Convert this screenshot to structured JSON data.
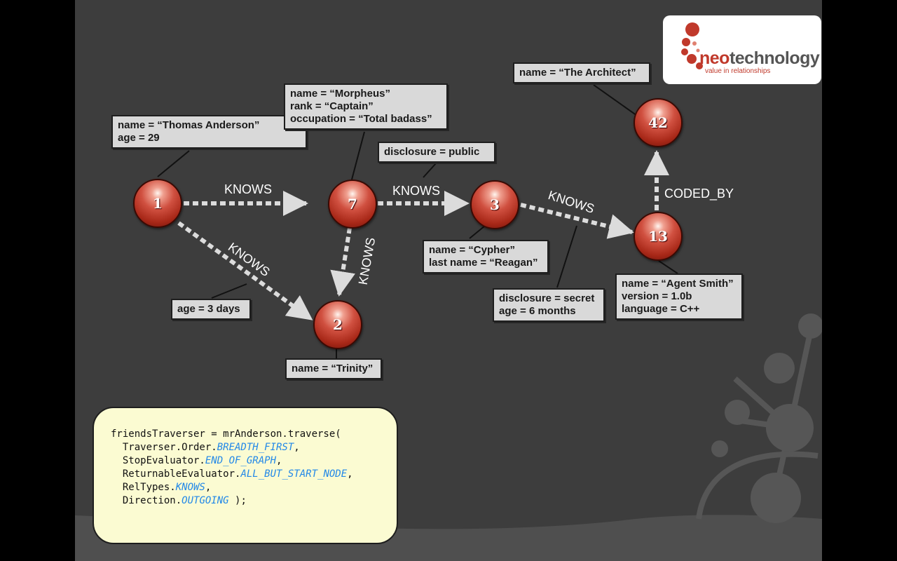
{
  "nodes": {
    "n1": "1",
    "n7": "7",
    "n3": "3",
    "n2": "2",
    "n13": "13",
    "n42": "42"
  },
  "properties": {
    "thomas": [
      "name = “Thomas Anderson”",
      "age = 29"
    ],
    "morpheus": [
      "name = “Morpheus”",
      "rank = “Captain”",
      "occupation = “Total badass”"
    ],
    "disclosure_public": [
      "disclosure = public"
    ],
    "architect": [
      "name = “The Architect”"
    ],
    "cypher": [
      "name = “Cypher”",
      "last name = “Reagan”"
    ],
    "age_3_days": [
      "age = 3 days"
    ],
    "trinity": [
      "name = “Trinity”"
    ],
    "disclosure_secret": [
      "disclosure = secret",
      "age = 6 months"
    ],
    "agent_smith": [
      "name = “Agent Smith”",
      "version = 1.0b",
      "language = C++"
    ]
  },
  "edge_labels": {
    "e_1_7": "KNOWS",
    "e_7_3": "KNOWS",
    "e_3_13": "KNOWS",
    "e_1_2": "KNOWS",
    "e_7_2": "KNOWS",
    "e_13_42": "CODED_BY"
  },
  "logo": {
    "brand": "neotechnology",
    "brand_prefix": "neo",
    "brand_suffix": "technology",
    "tagline": "value in relationships"
  },
  "code": {
    "l1": "friendsTraverser = mrAnderson.traverse(",
    "l2_pre": "  Traverser.Order.",
    "l2_kw": "BREADTH_FIRST",
    "l2_post": ",",
    "l3_pre": "  StopEvaluator.",
    "l3_kw": "END_OF_GRAPH",
    "l3_post": ",",
    "l4_pre": "  ReturnableEvaluator.",
    "l4_kw": "ALL_BUT_START_NODE",
    "l4_post": ",",
    "l5_pre": "  RelTypes.",
    "l5_kw": "KNOWS",
    "l5_post": ",",
    "l6_pre": "  Direction.",
    "l6_kw": "OUTGOING",
    "l6_post": " );"
  },
  "colors": {
    "background": "#3d3d3d",
    "node_red": "#c0392b",
    "property_box": "#d9d9d9",
    "code_box": "#fbfbd2",
    "code_keyword": "#2288e8",
    "logo_red": "#c0392b"
  }
}
